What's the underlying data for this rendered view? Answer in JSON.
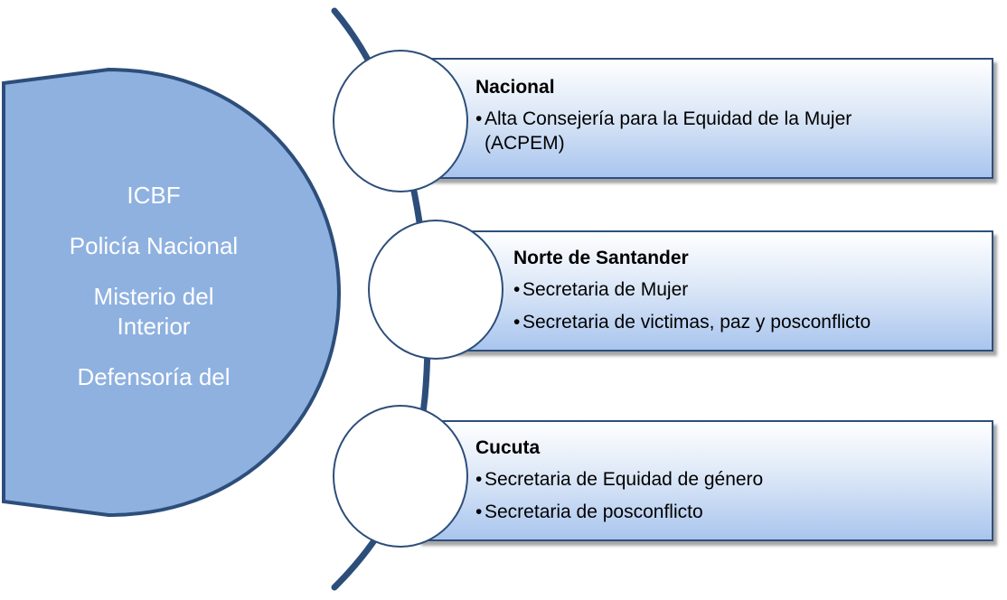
{
  "left_panel": {
    "fill": "#8eb1e0",
    "stroke": "#2d4e7a",
    "lines": [
      "ICBF",
      "Policía Nacional",
      "Misterio del Interior",
      "Defensoría del"
    ]
  },
  "boxes": [
    {
      "title": "Nacional",
      "items": [
        "Alta Consejería para la Equidad de la Mujer (ACPEM)"
      ]
    },
    {
      "title": "Norte de Santander",
      "items": [
        "Secretaria de Mujer",
        "Secretaria de victimas, paz y posconflicto"
      ]
    },
    {
      "title": "Cucuta",
      "items": [
        "Secretaria de Equidad de género",
        "Secretaria de posconflicto"
      ]
    }
  ],
  "bullet": "•",
  "colors": {
    "arc": "#2d4e7a",
    "box_border": "#2d4e7a",
    "box_gradient_top": "#ffffff",
    "box_gradient_bottom": "#a9c5ee"
  }
}
